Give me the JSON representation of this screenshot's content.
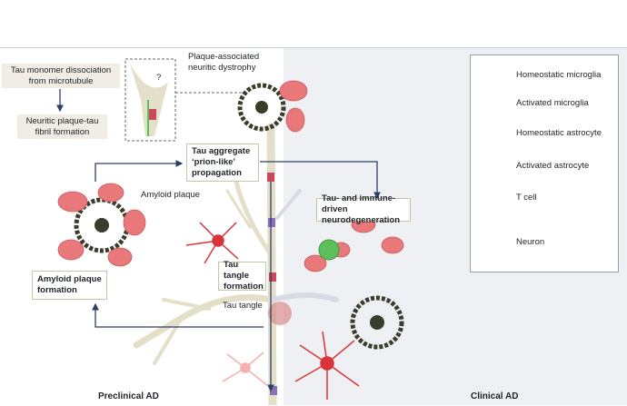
{
  "labels": {
    "tau_monomer": "Tau monomer dissociation from microtubule",
    "neuritic_fibril": "Neuritic plaque-tau fibril formation",
    "plaque_dystrophy": "Plaque-associated neuritic dystrophy",
    "inset_question": "?",
    "tau_aggregate": "Tau aggregate ‘prion-like’ propagation",
    "amyloid_plaque": "Amyloid plaque",
    "tau_immune": "Tau- and immune-driven neurodegeneration",
    "amyloid_formation": "Amyloid plaque formation",
    "tau_tangle_formation": "Tau tangle formation",
    "tau_tangle": "Tau tangle",
    "preclinical": "Preclinical AD",
    "clinical": "Clinical AD"
  },
  "legend": {
    "items": [
      {
        "label": "Homeostatic microglia",
        "icon": "homeostatic-microglia-icon"
      },
      {
        "label": "Activated microglia",
        "icon": "activated-microglia-icon"
      },
      {
        "label": "Homeostatic astrocyte",
        "icon": "homeostatic-astrocyte-icon"
      },
      {
        "label": "Activated astrocyte",
        "icon": "activated-astrocyte-icon"
      },
      {
        "label": "T cell",
        "icon": "t-cell-icon"
      },
      {
        "label": "Neuron",
        "icon": "neuron-icon"
      }
    ]
  },
  "colors": {
    "arrow": "#2b3f6b",
    "microglia": "#e8787a",
    "astrocyte": "#d9343a",
    "neuron": "#e3dfc8",
    "tcell": "#5cbf5a",
    "plaque": "#3a3d2c",
    "clinical_bg": "#eef0f4",
    "box_bg": "#f1ede4"
  }
}
